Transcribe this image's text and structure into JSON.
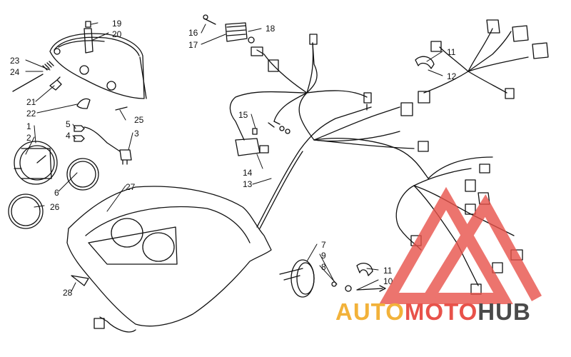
{
  "callouts": [
    {
      "id": "c1",
      "text": "1"
    },
    {
      "id": "c2",
      "text": "2"
    },
    {
      "id": "c3",
      "text": "3"
    },
    {
      "id": "c4",
      "text": "4"
    },
    {
      "id": "c5",
      "text": "5"
    },
    {
      "id": "c6",
      "text": "6"
    },
    {
      "id": "c7",
      "text": "7"
    },
    {
      "id": "c8",
      "text": "8"
    },
    {
      "id": "c9",
      "text": "9"
    },
    {
      "id": "c10",
      "text": "10"
    },
    {
      "id": "c11a",
      "text": "11"
    },
    {
      "id": "c11b",
      "text": "11"
    },
    {
      "id": "c12",
      "text": "12"
    },
    {
      "id": "c13",
      "text": "13"
    },
    {
      "id": "c14",
      "text": "14"
    },
    {
      "id": "c15",
      "text": "15"
    },
    {
      "id": "c16",
      "text": "16"
    },
    {
      "id": "c17",
      "text": "17"
    },
    {
      "id": "c18",
      "text": "18"
    },
    {
      "id": "c19",
      "text": "19"
    },
    {
      "id": "c20",
      "text": "20"
    },
    {
      "id": "c21",
      "text": "21"
    },
    {
      "id": "c22",
      "text": "22"
    },
    {
      "id": "c23",
      "text": "23"
    },
    {
      "id": "c24",
      "text": "24"
    },
    {
      "id": "c25",
      "text": "25"
    },
    {
      "id": "c26",
      "text": "26"
    },
    {
      "id": "c27",
      "text": "27"
    },
    {
      "id": "c28",
      "text": "28"
    }
  ],
  "watermark": {
    "part1": "AUTO",
    "part2": "MOTO",
    "part3": "HUB",
    "color1": "#f2b23a",
    "color2": "#e8524a",
    "color3": "#4a4a4a",
    "logo_color": "#e8524a"
  }
}
